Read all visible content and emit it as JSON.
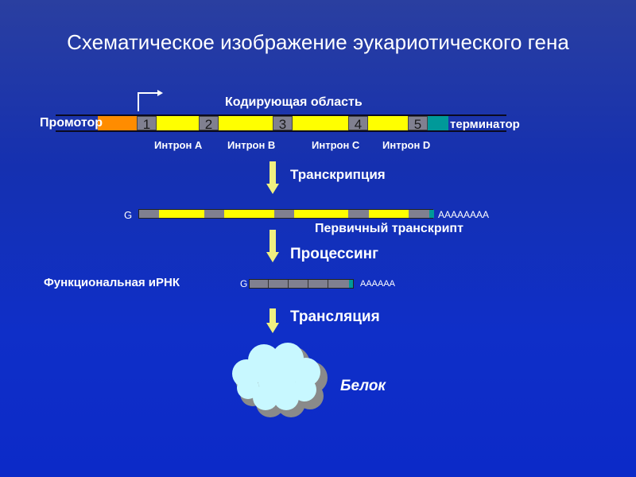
{
  "title": "Схематическое изображение эукариотического гена",
  "gene": {
    "coding_label": "Кодирующая область",
    "promoter": "Промотор",
    "terminator": "терминатор",
    "exons": [
      "1",
      "2",
      "3",
      "4",
      "5"
    ],
    "introns": [
      "Интрон A",
      "Интрон B",
      "Интрон C",
      "Интрон D"
    ]
  },
  "steps": {
    "transcription": "Транскрипция",
    "processing": "Процессинг",
    "translation": "Трансляция"
  },
  "primary": {
    "cap": "G",
    "polya": "AAAAAAAA",
    "label": "Первичный транскрипт"
  },
  "mrna": {
    "label": "Функциональная иРНК",
    "cap": "G",
    "polya": "AAAAAA"
  },
  "protein": {
    "label": "Белок"
  },
  "colors": {
    "background": "#1530b0",
    "exon": "#808090",
    "intron": "#ffff00",
    "promoter": "#ff8c00",
    "terminator": "#009999",
    "arrow": "#f0f080",
    "cloud": "#c8f8ff"
  }
}
